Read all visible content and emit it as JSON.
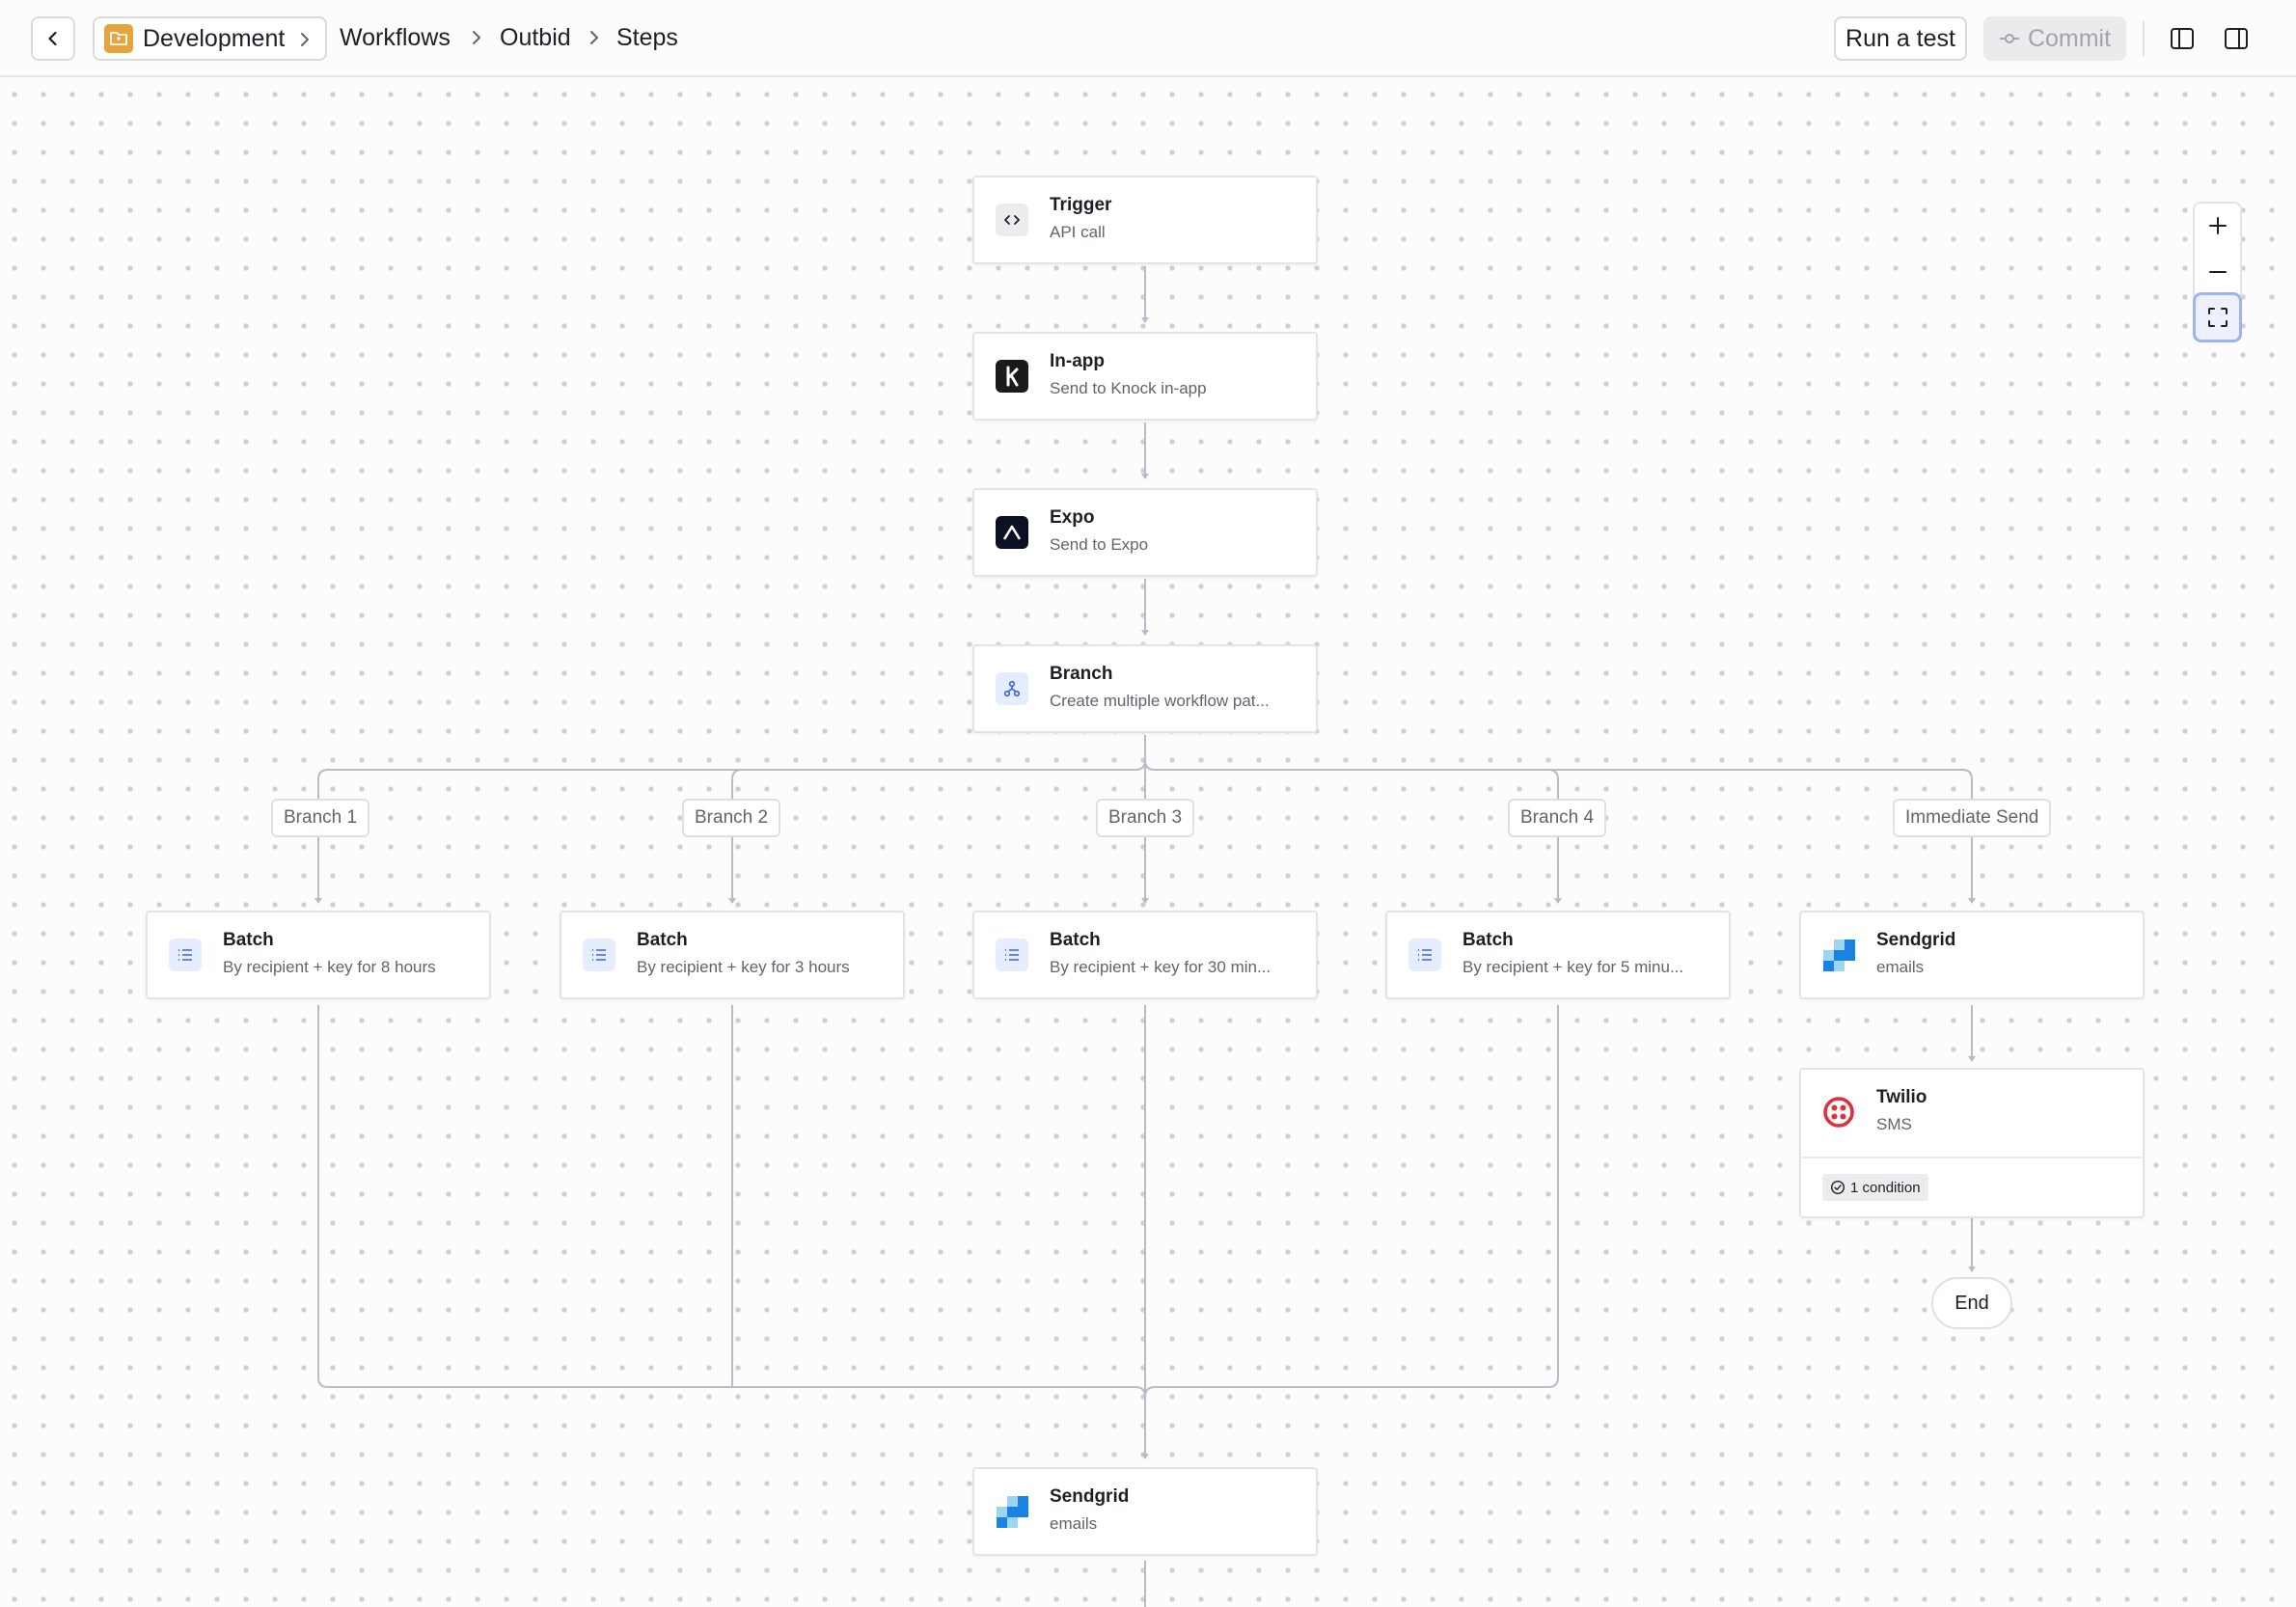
{
  "header": {
    "back_icon": "chevron-left-icon",
    "environment": {
      "label": "Development",
      "icon": "folder-icon",
      "color": "#e8a33d"
    },
    "breadcrumbs": [
      "Workflows",
      "Outbid",
      "Steps"
    ],
    "run_test_label": "Run a test",
    "commit_label": "Commit"
  },
  "workflow": {
    "trigger": {
      "title": "Trigger",
      "subtitle": "API call",
      "icon": "code-icon"
    },
    "inapp": {
      "title": "In-app",
      "subtitle": "Send to Knock in-app",
      "icon": "knock-logo-icon"
    },
    "expo": {
      "title": "Expo",
      "subtitle": "Send to Expo",
      "icon": "expo-logo-icon"
    },
    "branch": {
      "title": "Branch",
      "subtitle": "Create multiple workflow pat...",
      "icon": "branch-icon"
    },
    "branch_labels": [
      "Branch 1",
      "Branch 2",
      "Branch 3",
      "Branch 4",
      "Immediate Send"
    ],
    "batches": [
      {
        "title": "Batch",
        "subtitle": "By recipient + key for 8 hours"
      },
      {
        "title": "Batch",
        "subtitle": "By recipient + key for 3 hours"
      },
      {
        "title": "Batch",
        "subtitle": "By recipient + key for 30 min..."
      },
      {
        "title": "Batch",
        "subtitle": "By recipient + key for 5 minu..."
      }
    ],
    "immediate_sendgrid": {
      "title": "Sendgrid",
      "subtitle": "emails",
      "icon": "sendgrid-logo-icon"
    },
    "twilio": {
      "title": "Twilio",
      "subtitle": "SMS",
      "icon": "twilio-logo-icon",
      "condition_label": "1 condition"
    },
    "end_label": "End",
    "final_sendgrid": {
      "title": "Sendgrid",
      "subtitle": "emails",
      "icon": "sendgrid-logo-icon"
    }
  },
  "zoom_controls": {
    "zoom_in_icon": "plus-icon",
    "zoom_out_icon": "minus-icon",
    "fit_icon": "fit-view-icon"
  },
  "colors": {
    "accent": "#3e63dd",
    "connector": "#b9bbc6",
    "twilio": "#e1303b",
    "expo": "#0b1022",
    "knock": "#1c1b1a"
  }
}
